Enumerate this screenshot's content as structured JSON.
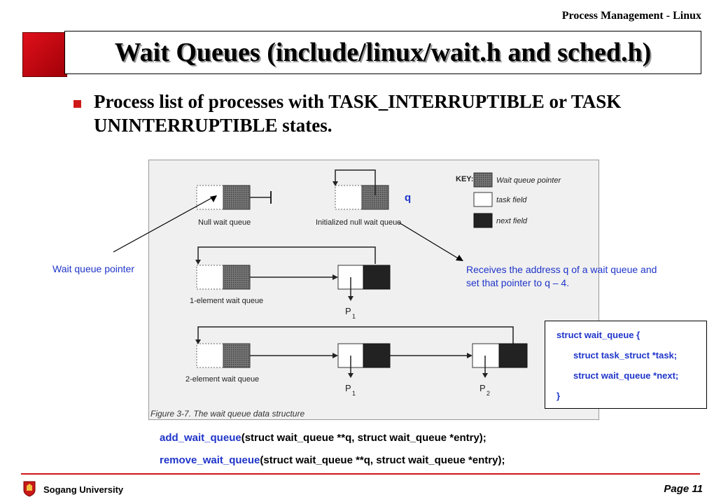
{
  "header": {
    "section_title": "Process Management - Linux"
  },
  "slide": {
    "title": "Wait Queues (include/linux/wait.h and sched.h)",
    "bullet": "Process list of processes with TASK_INTERRUPTIBLE or TASK UNINTERRUPTIBLE  states."
  },
  "diagram": {
    "key_label": "KEY:",
    "key_items": [
      "Wait queue pointer",
      "task field",
      "next field"
    ],
    "labels": {
      "null": "Null wait queue",
      "initialized": "Initialized null wait queue",
      "one": "1-element wait queue",
      "two": "2-element wait queue",
      "p": "P",
      "p1_sub": "1",
      "p2_sub": "2"
    },
    "caption": "Figure 3-7. The wait queue data structure"
  },
  "annotations": {
    "q": "q",
    "wait_queue_pointer": "Wait queue pointer",
    "receives_line1": "Receives the address q of a wait queue and",
    "receives_line2": "set that pointer to q – 4."
  },
  "struct_def": {
    "line1": "struct wait_queue {",
    "line2": "struct task_struct *task;",
    "line3": "struct wait_queue *next;",
    "line4": "}"
  },
  "functions": {
    "add_name": "add_wait_queue",
    "add_args": "(struct wait_queue **q, struct wait_queue *entry);",
    "remove_name": "remove_wait_queue",
    "remove_args": "(struct wait_queue **q, struct wait_queue *entry);"
  },
  "footer": {
    "university": "Sogang University",
    "page": "Page 11"
  },
  "colors": {
    "accent_red": "#d01818",
    "text_blue": "#1f35c9"
  }
}
